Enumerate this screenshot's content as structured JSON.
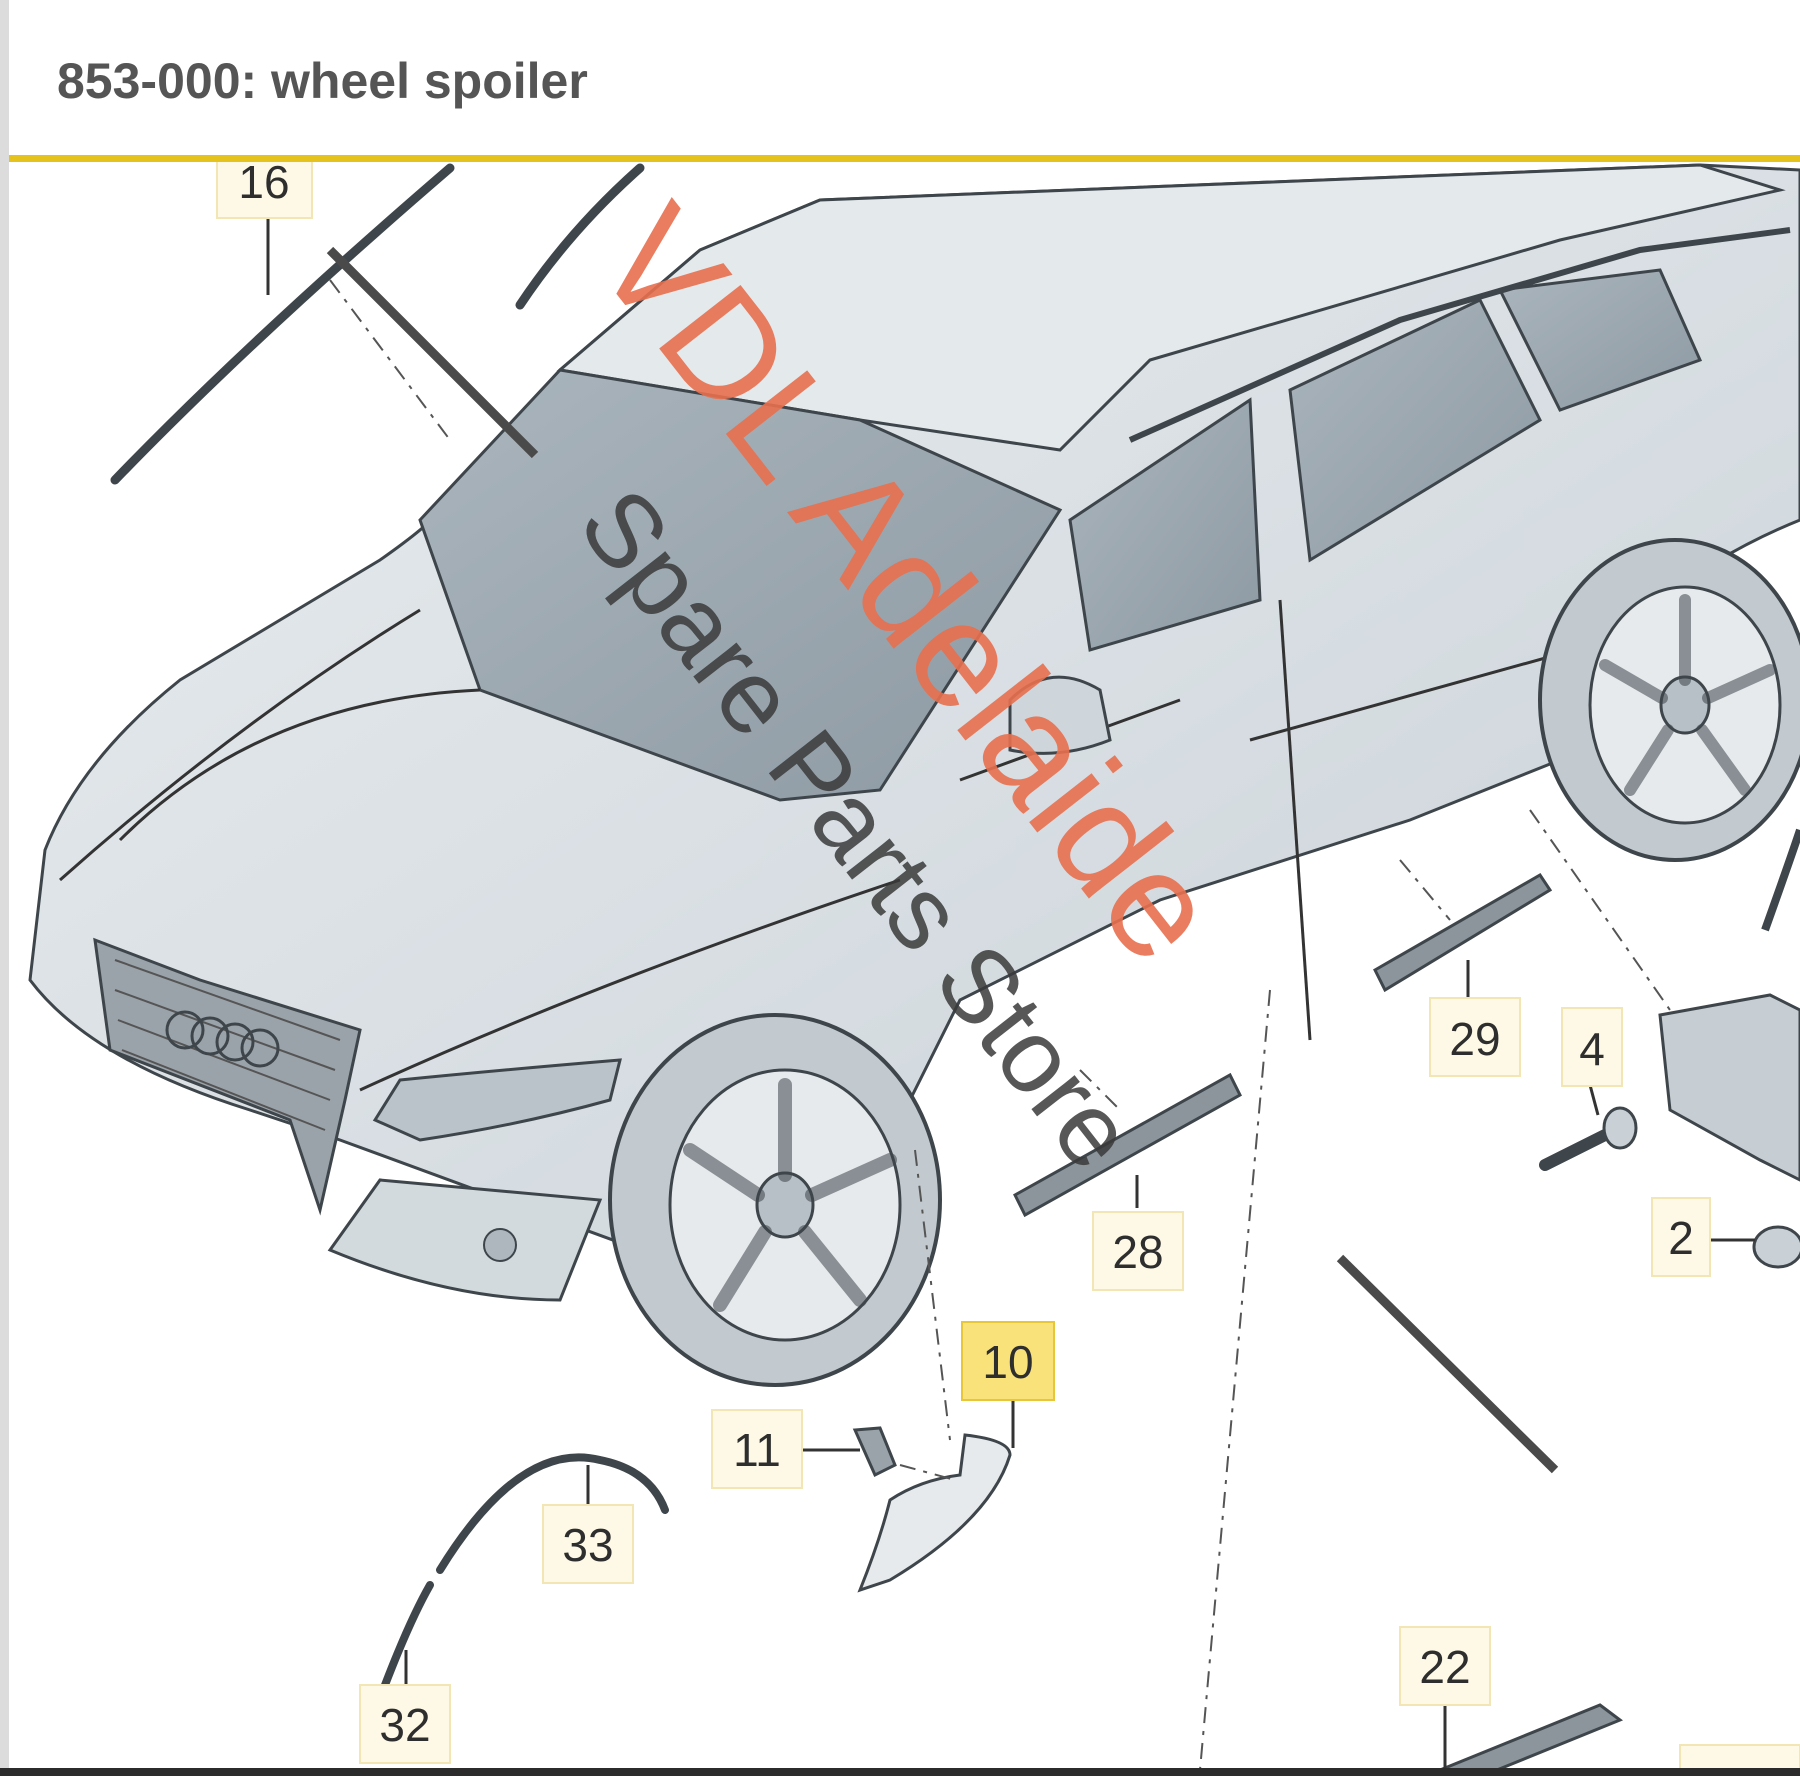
{
  "header": {
    "title": "853-000: wheel spoiler",
    "accent_color": "#e6c21c"
  },
  "watermark": {
    "line1": "VDL Adelaide",
    "line2": "Spare Parts Store",
    "line1_color": "#e8704f",
    "line2_color": "#3a3a3a"
  },
  "callouts": {
    "c16": "16",
    "c29": "29",
    "c4": "4",
    "c28": "28",
    "c2": "2",
    "c10": "10",
    "c11": "11",
    "c33": "33",
    "c32": "32",
    "c22": "22"
  },
  "highlighted_part": "10",
  "colors": {
    "body": "#dde3e7",
    "glass": "#9fabb4",
    "outline": "#3e464c",
    "highlight": "#f9e27a"
  }
}
